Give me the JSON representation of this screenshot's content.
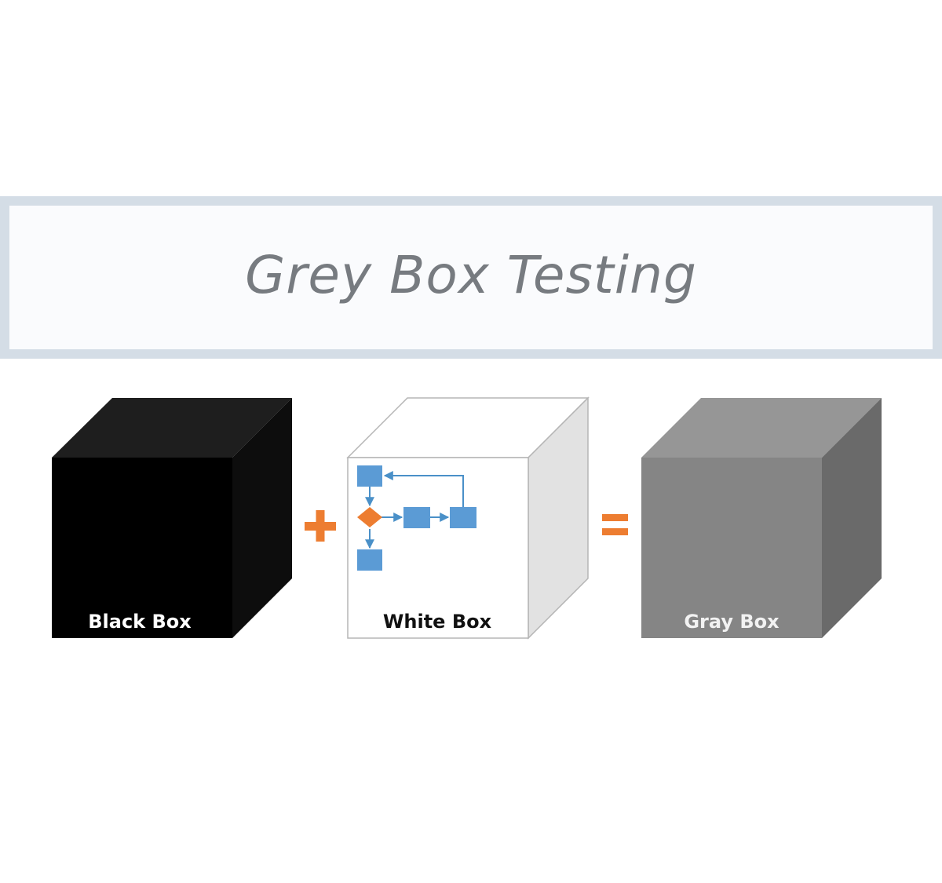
{
  "title": "Grey Box Testing",
  "boxes": {
    "black": {
      "label": "Black Box",
      "label_color": "#ffffff"
    },
    "white": {
      "label": "White Box",
      "label_color": "#111111"
    },
    "gray": {
      "label": "Gray Box",
      "label_color": "#f2f2f2"
    }
  },
  "operators": {
    "plus": {
      "icon": "plus-icon",
      "color": "#ed7d31"
    },
    "equals": {
      "icon": "equals-icon",
      "color": "#ed7d31"
    }
  },
  "flowchart": {
    "node_color": "#5b9bd5",
    "decision_color": "#ed7d31"
  }
}
